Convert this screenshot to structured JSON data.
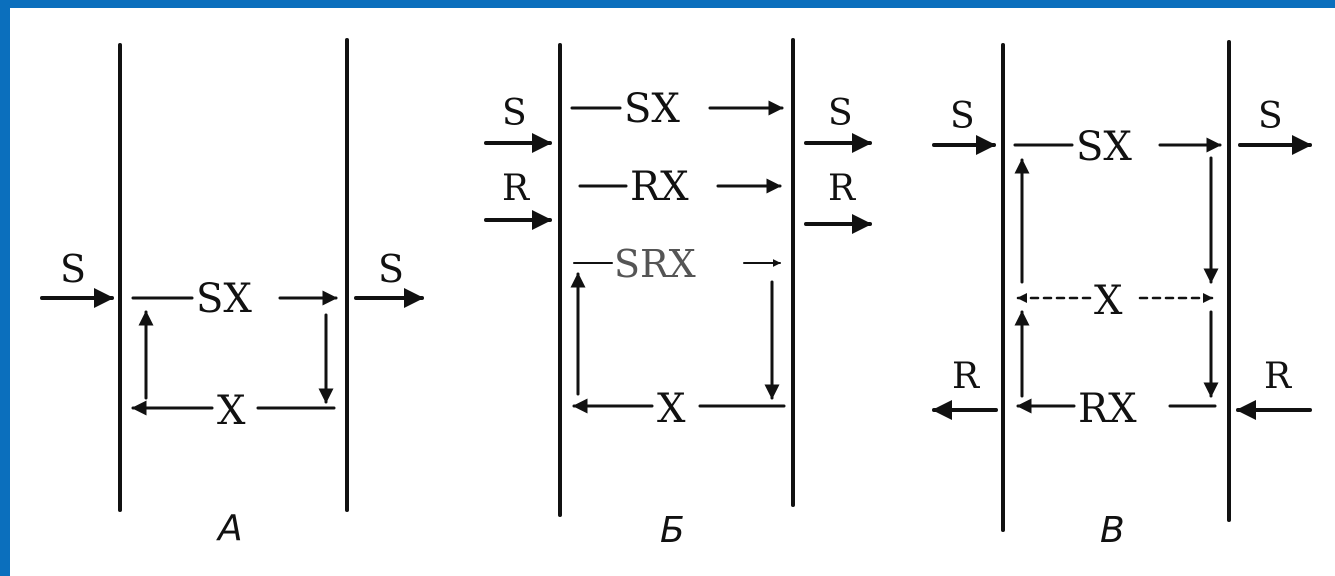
{
  "panels": {
    "a": {
      "caption": "А",
      "in_label": "S",
      "out_label": "S",
      "top_label": "SX",
      "bottom_label": "X"
    },
    "b": {
      "caption": "Б",
      "in_s_label": "S",
      "in_r_label": "R",
      "out_s_label": "S",
      "out_r_label": "R",
      "row1_label": "SX",
      "row2_label": "RX",
      "row3_label": "SRX",
      "bottom_label": "X"
    },
    "c": {
      "caption": "В",
      "in_s_label": "S",
      "out_s_label": "S",
      "out_r_label": "R",
      "in_r_label": "R",
      "top_label": "SX",
      "middle_label": "X",
      "bottom_label": "RX"
    }
  },
  "colors": {
    "frame": "#0b6fbd",
    "ink": "#111111"
  }
}
